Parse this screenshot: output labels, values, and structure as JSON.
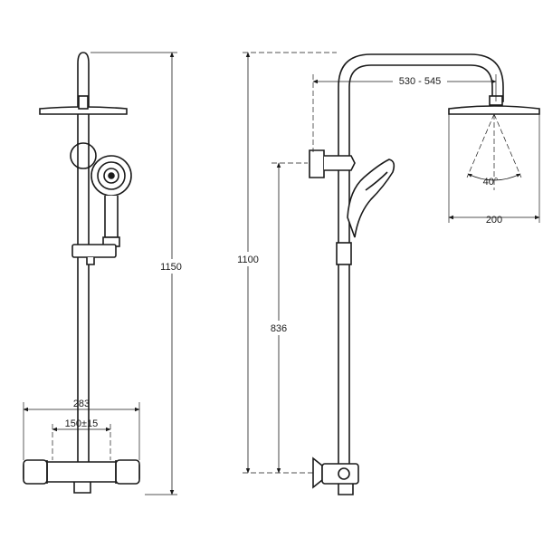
{
  "front_view": {
    "height_total": "1150",
    "width_total": "283",
    "inlet_spacing": "150±15"
  },
  "side_view": {
    "height_total": "1100",
    "height_handshower": "836",
    "arm_reach": "530 - 545",
    "spray_angle": "40°",
    "head_diameter": "200"
  },
  "colors": {
    "line": "#1a1a1a",
    "background": "#ffffff"
  }
}
